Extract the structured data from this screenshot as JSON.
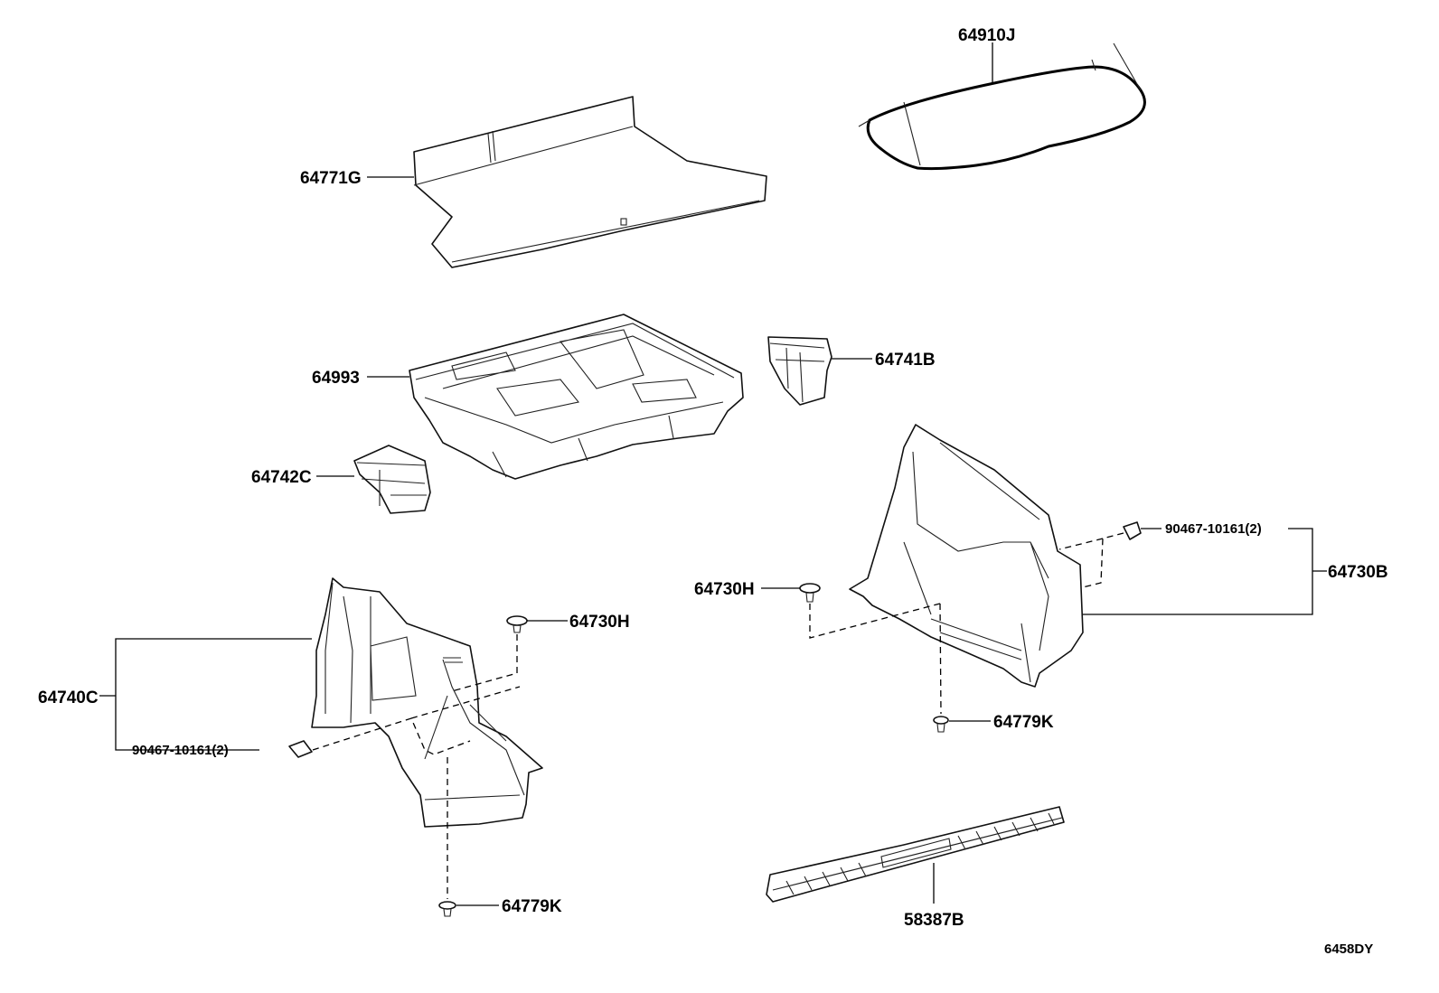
{
  "parts": {
    "weatherstrip": "64910J",
    "trunk_mat": "64771G",
    "tray": "64993",
    "box_right": "64741B",
    "box_left": "64742C",
    "panel_right": "64730B",
    "clip_right": "90467-10161(2)",
    "pin_right_top": "64730H",
    "pin_right_bottom": "64779K",
    "panel_left": "64740C",
    "clip_left": "90467-10161(2)",
    "pin_left_top": "64730H",
    "pin_left_bottom": "64779K",
    "scuff_plate": "58387B"
  },
  "diagram_code": "6458DY"
}
